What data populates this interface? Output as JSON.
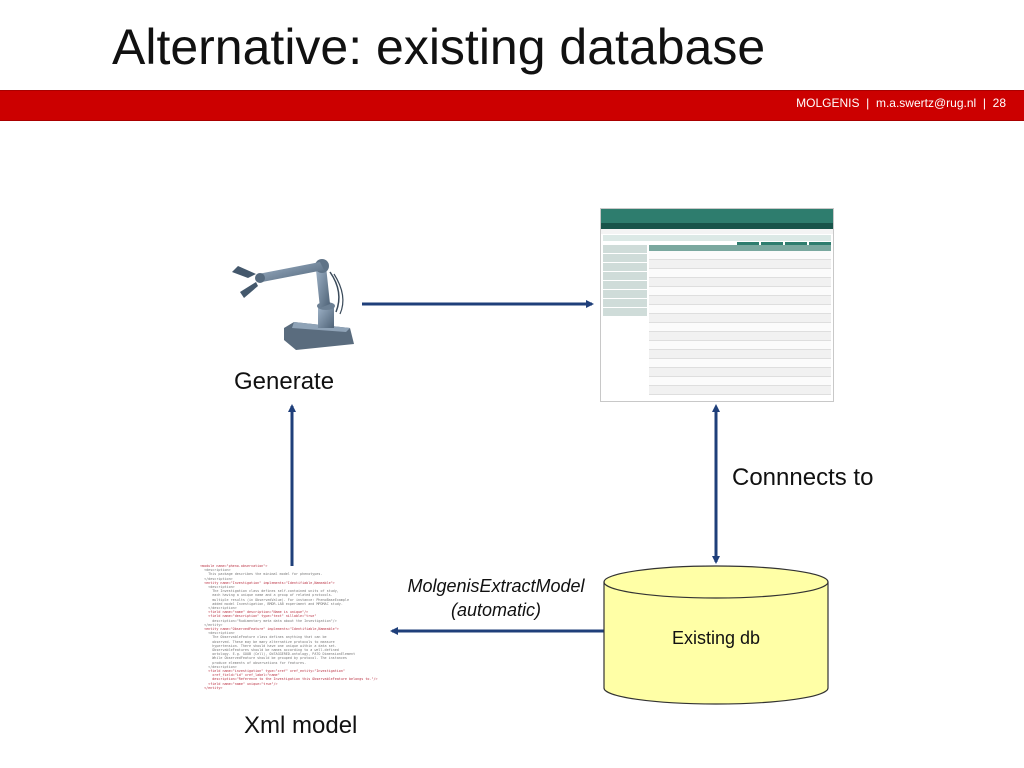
{
  "slide": {
    "title": "Alternative: existing database",
    "footer": {
      "project": "MOLGENIS",
      "email": "m.a.swertz@rug.nl",
      "page": "28"
    }
  },
  "diagram": {
    "generate_label": "Generate",
    "connects_label": "Connnects to",
    "xml_label": "Xml model",
    "extract_line1": "MolgenisExtractModel",
    "extract_line2": "(automatic)",
    "db_label": "Existing db"
  },
  "colors": {
    "arrow": "#1f3f7a",
    "red_bar": "#cc0000",
    "db_fill": "#ffffa6",
    "app_green": "#2e7d6e"
  },
  "icons": {
    "robot": "robot-arm-icon",
    "database": "database-cylinder",
    "app": "web-app-screenshot",
    "xml": "xml-code-thumbnail"
  }
}
